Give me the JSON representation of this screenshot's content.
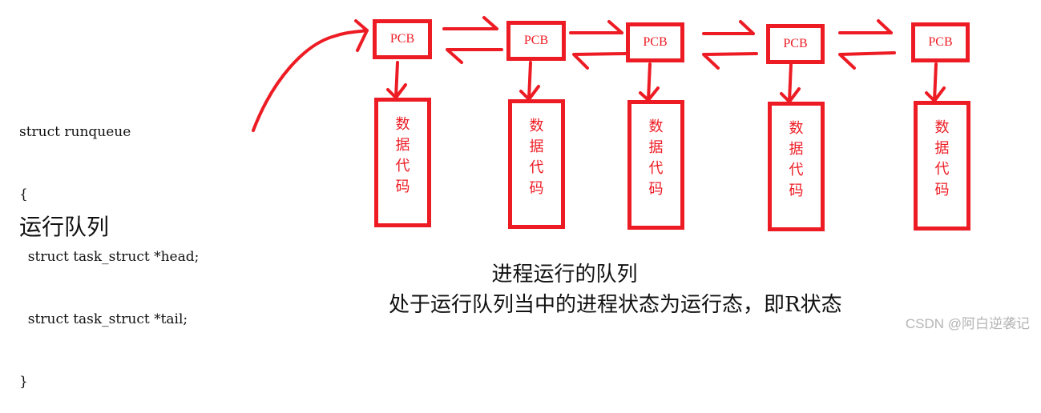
{
  "code": {
    "lines": [
      "struct runqueue",
      "{",
      "  struct task_struct *head;",
      "  struct task_struct *tail;",
      "}"
    ]
  },
  "runqueue_label": "运行队列",
  "nodes": [
    {
      "pcb_label": "PCB",
      "data_chars": [
        "数",
        "据",
        "代",
        "码"
      ]
    },
    {
      "pcb_label": "PCB",
      "data_chars": [
        "数",
        "据",
        "代",
        "码"
      ]
    },
    {
      "pcb_label": "PCB",
      "data_chars": [
        "数",
        "据",
        "代",
        "码"
      ]
    },
    {
      "pcb_label": "PCB",
      "data_chars": [
        "数",
        "据",
        "代",
        "码"
      ]
    },
    {
      "pcb_label": "PCB",
      "data_chars": [
        "数",
        "据",
        "代",
        "码"
      ]
    }
  ],
  "captions": {
    "title": "进程运行的队列",
    "subtitle": "处于运行队列当中的进程状态为运行态，即R状态"
  },
  "watermark": "CSDN @阿白逆袭记",
  "colors": {
    "accent": "#ed1c24",
    "text": "#111111"
  }
}
